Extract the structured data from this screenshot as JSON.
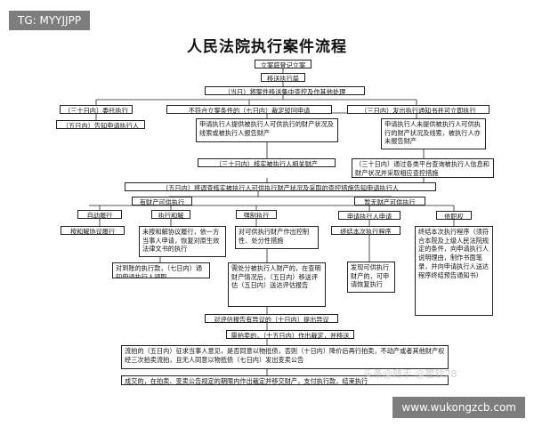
{
  "watermark_tag": "TG: MYYJJPP",
  "title": "人民法院执行案件流程",
  "footer_url": "www.wukongzcb.com",
  "watermark_overlay": "头条@随手 @瞿钦28",
  "nodes": {
    "n1": "立案庭登记立案",
    "n2": "移送执行局",
    "n3": "（当日）将案件移送集中查控及作其他处理",
    "n4": "（三十日内）委托执行",
    "n5": "不符合立案条件的（七日内）裁定驳回申请",
    "n6": "（三日内）发出执行通知书并可立即执行",
    "n7": "（五日内）告知申请执行人",
    "n8": "申请执行人提供被执行人可供执行的财产状况及线索或被执行人报告财产",
    "n9": "申请执行人未提供被执行人可供执行的财产状况及线索，被执行人亦未报告财产",
    "n10": "（三十日内）核实被执行人相关财产",
    "n11": "（三十日内）通过各类平台查询被执行人信息和财产状况并采取相应查控措施",
    "n12": "（五日内）将调查核实被执行人可供执行财产状况及采取的查控措施告知申请执行人",
    "n13": "有财产可供执行",
    "n14": "暂无财产可供执行",
    "n15": "自动履行",
    "n16": "执行和解",
    "n17": "强制执行",
    "n18": "申请执行人申请",
    "n19": "依职权",
    "n20": "按和解协议履行",
    "n21": "未按和解协议履行，依一方当事人申请，恢复对原生效法律文书的执行",
    "n22": "对可供执行财产作出控制性、处分性措施",
    "n23": "终结本次执行程序",
    "n24": "终结本次执行程序（须符合本院及上级人民法院规定的条件，向申请执行人说明理由，制作书面笔录，并向申请执行人送达程序终结预告通知书）",
    "n25": "对到账的执行款，（七日内）通知申请执行人领取",
    "n26": "需处分被执行人财产的，在查明财产情况后，（五日内）移送评估（五日内）送达评估报告",
    "n27": "发现可供执行财产的，可申请恢复执行",
    "n28": "对评估报告有异议的（十日内）提出异议",
    "n29": "需拍卖的，（十五日内）作出裁定，并移送拍卖",
    "n30": "流拍的（五日内）征求当事人意见，是否同意以物抵债，否则（十日内）降价后再行拍卖，不动产或者其他财产权经三次拍卖流拍，且无人同意以物抵债（七日内）发出变卖公告",
    "n31": "成交的，在拍卖、变卖公告规定的期限内作出裁定并移交财产，支付执行款，结束执行"
  }
}
